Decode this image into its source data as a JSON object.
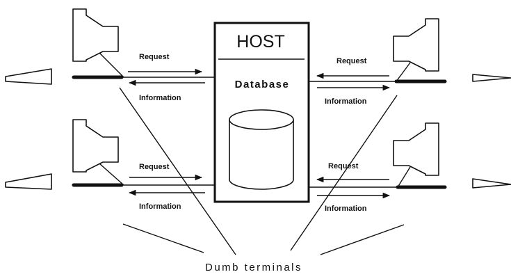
{
  "host": {
    "title": "HOST",
    "subtitle": "Database"
  },
  "links": {
    "request_label": "Request",
    "information_label": "Information"
  },
  "caption": "Dumb terminals"
}
